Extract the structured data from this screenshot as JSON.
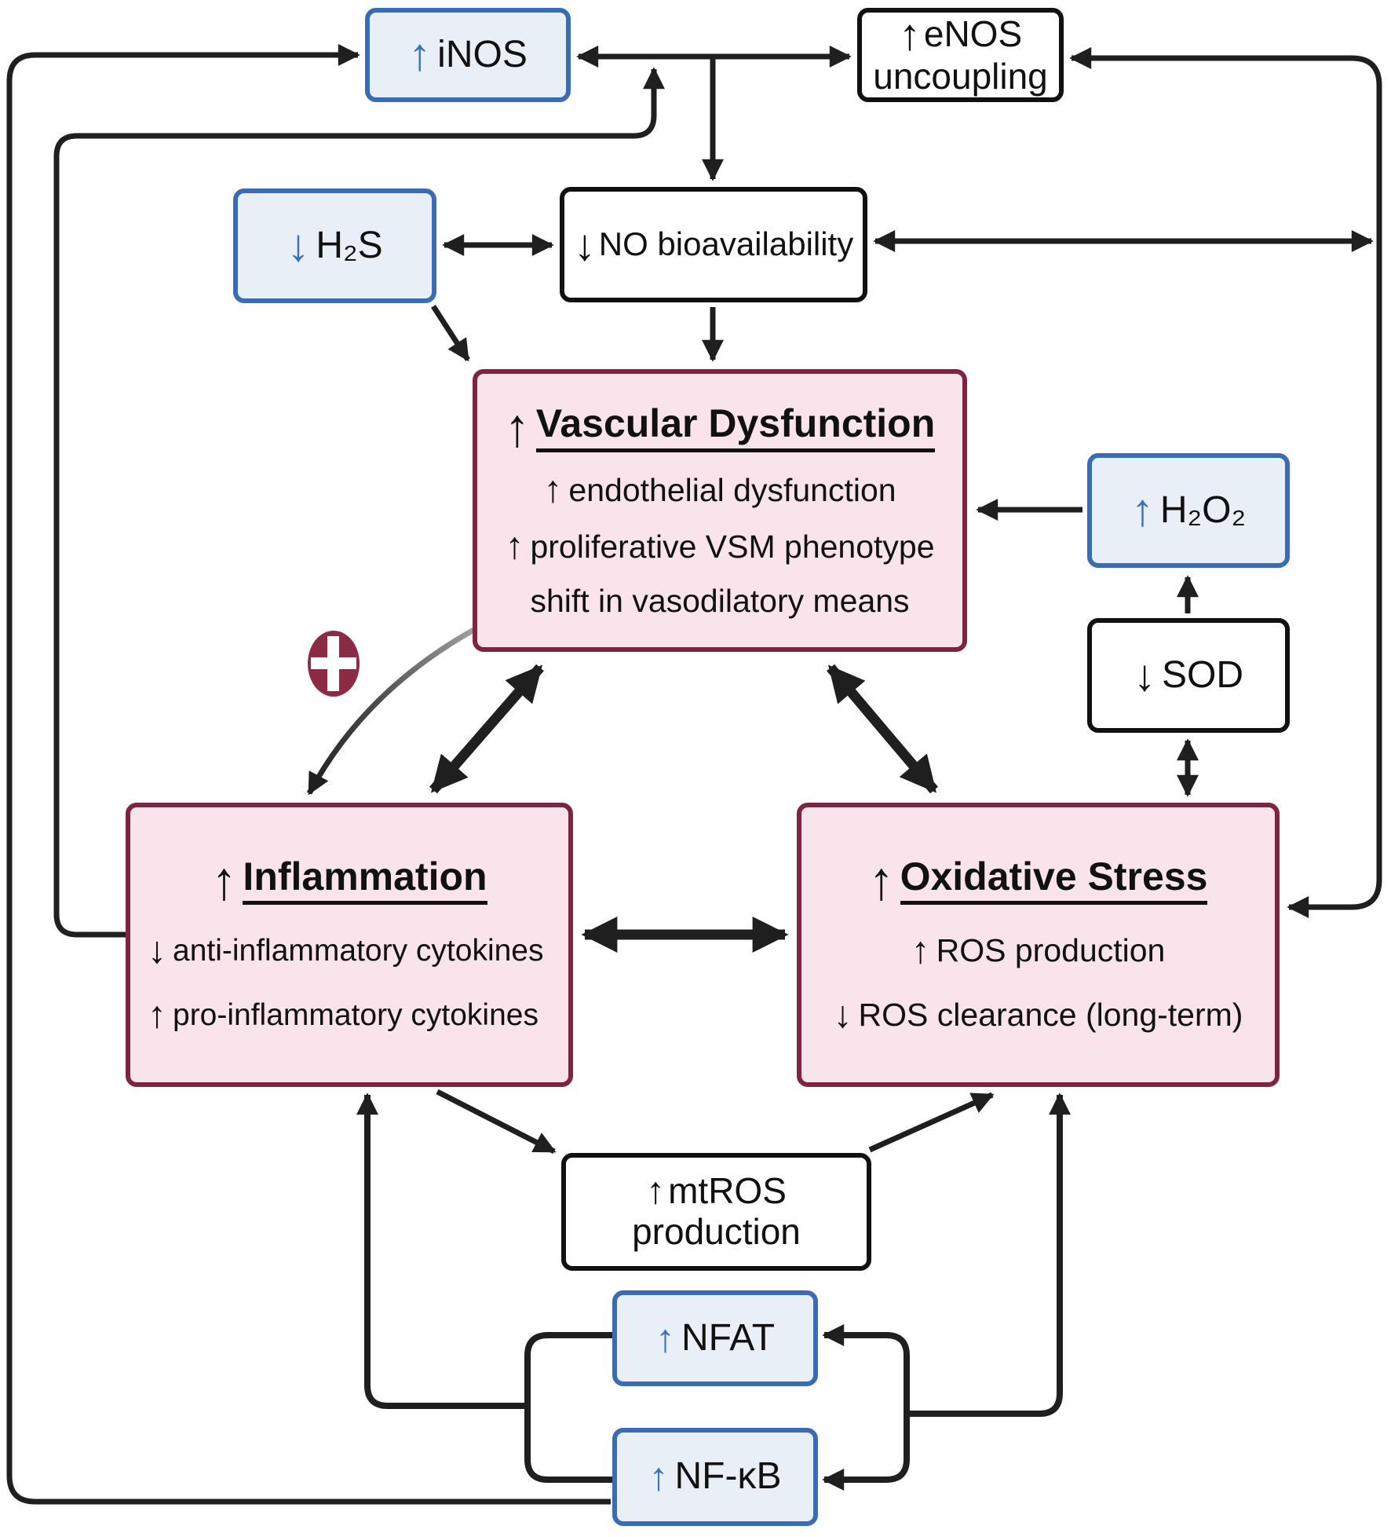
{
  "figure": {
    "kind": "signaling-pathway-diagram"
  },
  "colors": {
    "blue_border": "#3A6CB5",
    "blue_fill": "#E9EFF7",
    "blue_arrow": "#3E72B8",
    "black_border": "#111111",
    "pink_fill": "#F9E4EB",
    "maroon_border": "#7C2440",
    "line": "#1F1F1F",
    "plus_badge": "#8C2B45"
  },
  "boxes": {
    "inos": {
      "arrow": "↑",
      "label": "iNOS"
    },
    "enos_uncoupling": {
      "arrow": "↑",
      "line1": "eNOS",
      "line2": "uncoupling"
    },
    "h2s": {
      "arrow": "↓",
      "label": "H₂S"
    },
    "no_bioavailability": {
      "arrow": "↓",
      "label": "NO bioavailability"
    },
    "vascular_dysfunction": {
      "arrow": "↑",
      "title": "Vascular Dysfunction",
      "items": [
        {
          "arrow": "↑",
          "text": "endothelial dysfunction"
        },
        {
          "arrow": "↑",
          "text": "proliferative VSM phenotype"
        },
        {
          "arrow": "",
          "text": "shift in vasodilatory means"
        }
      ]
    },
    "h2o2": {
      "arrow": "↑",
      "label": "H₂O₂"
    },
    "sod": {
      "arrow": "↓",
      "label": "SOD"
    },
    "inflammation": {
      "arrow": "↑",
      "title": "Inflammation",
      "items": [
        {
          "arrow": "↓",
          "text": "anti-inflammatory cytokines"
        },
        {
          "arrow": "↑",
          "text": "pro-inflammatory cytokines"
        }
      ]
    },
    "oxidative_stress": {
      "arrow": "↑",
      "title": "Oxidative Stress",
      "items": [
        {
          "arrow": "↑",
          "text": "ROS production"
        },
        {
          "arrow": "↓",
          "text": "ROS clearance (long-term)"
        }
      ]
    },
    "mtros": {
      "arrow": "↑",
      "line1": "mtROS",
      "line2": "production"
    },
    "nfat": {
      "arrow": "↑",
      "label": "NFAT"
    },
    "nfkb": {
      "arrow": "↑",
      "label": "NF-κB"
    }
  },
  "symbols": {
    "positive_feedback_icon": "plus-icon"
  }
}
